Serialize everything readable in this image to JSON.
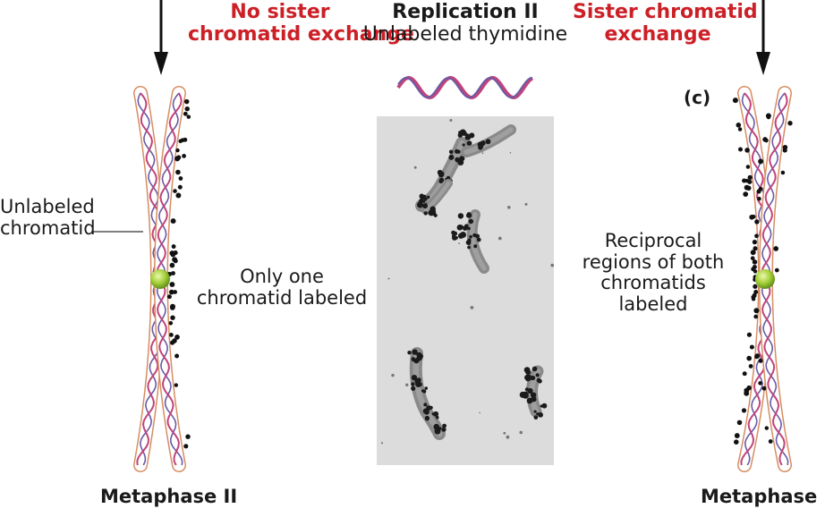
{
  "labels": {
    "no_exchange": [
      "No sister",
      "chromatid exchange"
    ],
    "replication_title": "Replication II",
    "replication_sub": "Unlabeled thymidine",
    "exchange": [
      "Sister chromatid",
      "exchange"
    ],
    "panel_letter": "(c)",
    "unlabeled_chromatid": [
      "Unlabeled",
      "chromatid"
    ],
    "only_one": [
      "Only one",
      "chromatid labeled"
    ],
    "reciprocal": [
      "Reciprocal",
      "regions of both",
      "chromatids",
      "labeled"
    ],
    "metaphase_left": "Metaphase II",
    "metaphase_right": "Metaphase II"
  },
  "colors": {
    "red_label": "#cc2027",
    "chromatid_outline": "#d4875a",
    "dna_strand_a": "#c0447a",
    "dna_strand_b": "#6a5aa8",
    "centromere": "#a6d13a",
    "grain": "#111111",
    "micrograph_bg": "#dcdcdc"
  },
  "icons": [
    "down-arrow-icon",
    "dna-helix-icon",
    "centromere-icon"
  ]
}
